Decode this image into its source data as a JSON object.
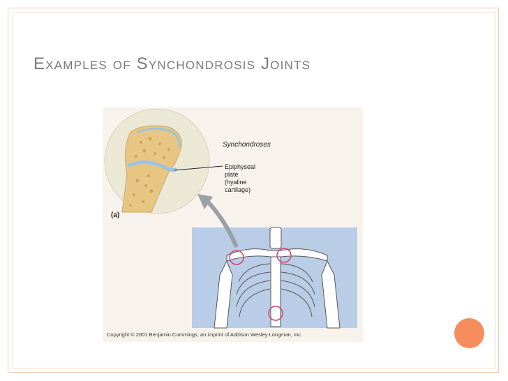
{
  "slide": {
    "title": "Examples of Synchondrosis Joints"
  },
  "figure": {
    "heading": "Synchondroses",
    "callout_label": "Epiphyseal\nplate\n(hyaline\ncartilage)",
    "panel_letter": "(a)",
    "copyright": "Copyright © 2001 Benjamin Cummings, an imprint of Addison Wesley Longman, Inc."
  },
  "colors": {
    "title_text": "#7a7a7a",
    "frame_border": "#f2c6b0",
    "accent": "#f58d5c",
    "figure_background": "#f7f3ec",
    "torso_panel": "#b9cde6",
    "bone": "#e7c683",
    "cartilage": "#9cc4e0",
    "highlight_circle": "#d84168"
  }
}
